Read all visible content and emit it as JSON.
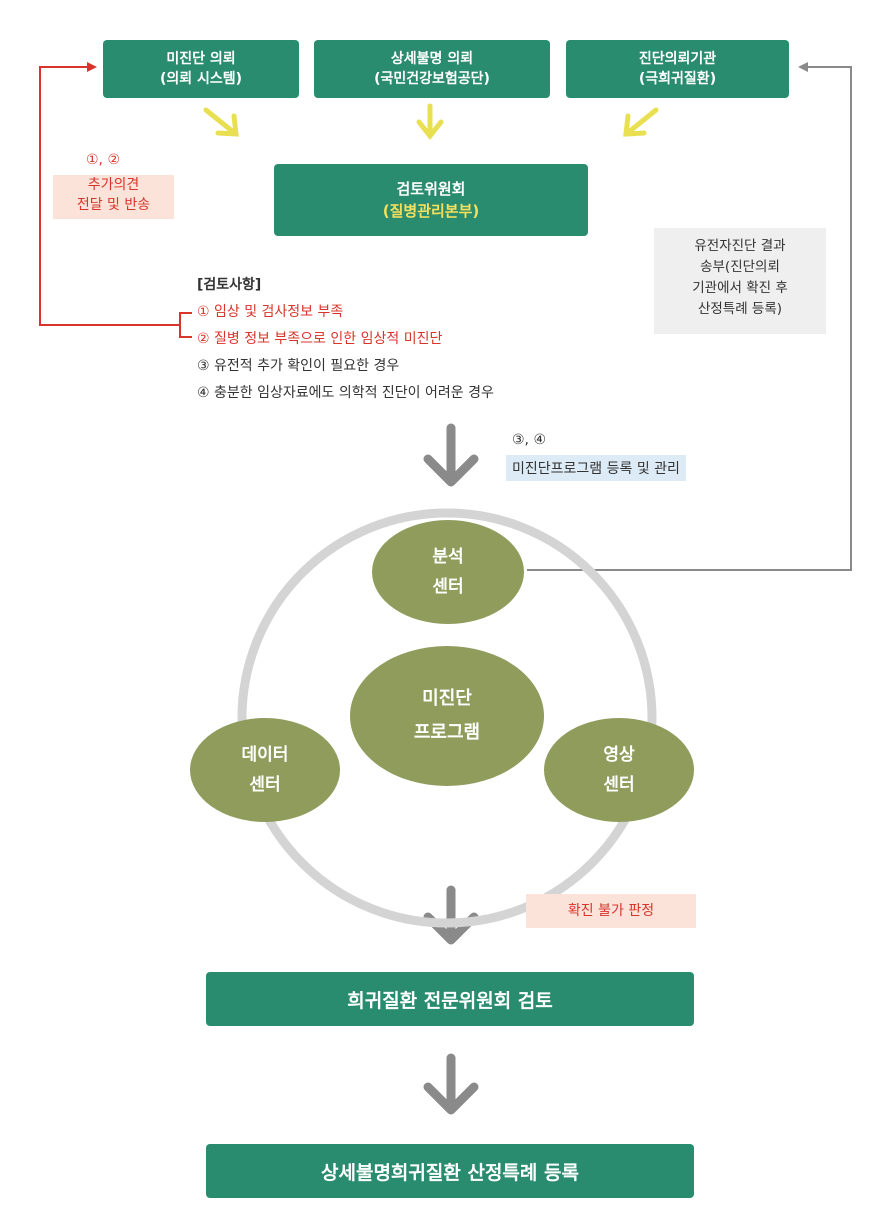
{
  "top_boxes": [
    {
      "line1": "미진단 의뢰",
      "line2": "(의뢰 시스템)"
    },
    {
      "line1": "상세불명 의뢰",
      "line2": "(국민건강보험공단)"
    },
    {
      "line1": "진단의뢰기관",
      "line2": "(극희귀질환)"
    }
  ],
  "review_box": {
    "line1": "검토위원회",
    "line2": "(질병관리본부)"
  },
  "left_note": {
    "label": "①, ②",
    "line1": "추가의견",
    "line2": "전달 및 반송"
  },
  "right_note": {
    "line1": "유전자진단 결과",
    "line2": "송부(진단의뢰",
    "line3": "기관에서 확진 후",
    "line4": "산정특례 등록)"
  },
  "criteria": {
    "title": "[검토사항]",
    "items": [
      "① 임상 및 검사정보 부족",
      "② 질병 정보 부족으로 인한 임상적 미진단",
      "③ 유전적 추가 확인이 필요한 경우",
      "④ 충분한 임상자료에도 의학적 진단이 어려운 경우"
    ]
  },
  "program_note": {
    "label": "③, ④",
    "text": "미진단프로그램 등록 및 관리"
  },
  "centers": {
    "analysis": {
      "line1": "분석",
      "line2": "센터"
    },
    "program": {
      "line1": "미진단",
      "line2": "프로그램"
    },
    "data": {
      "line1": "데이터",
      "line2": "센터"
    },
    "imaging": {
      "line1": "영상",
      "line2": "센터"
    }
  },
  "unconfirmed_note": "확진 불가 판정",
  "expert_review": "희귀질환 전문위원회 검토",
  "final_registration": "상세불명희귀질환 산정특례 등록",
  "colors": {
    "box_green": "#2a8c6e",
    "circle_olive": "#8f9c5c",
    "yellow_arrow": "#e8e050",
    "gray_arrow": "#8a8a8a",
    "red_accent": "#d9342b"
  }
}
